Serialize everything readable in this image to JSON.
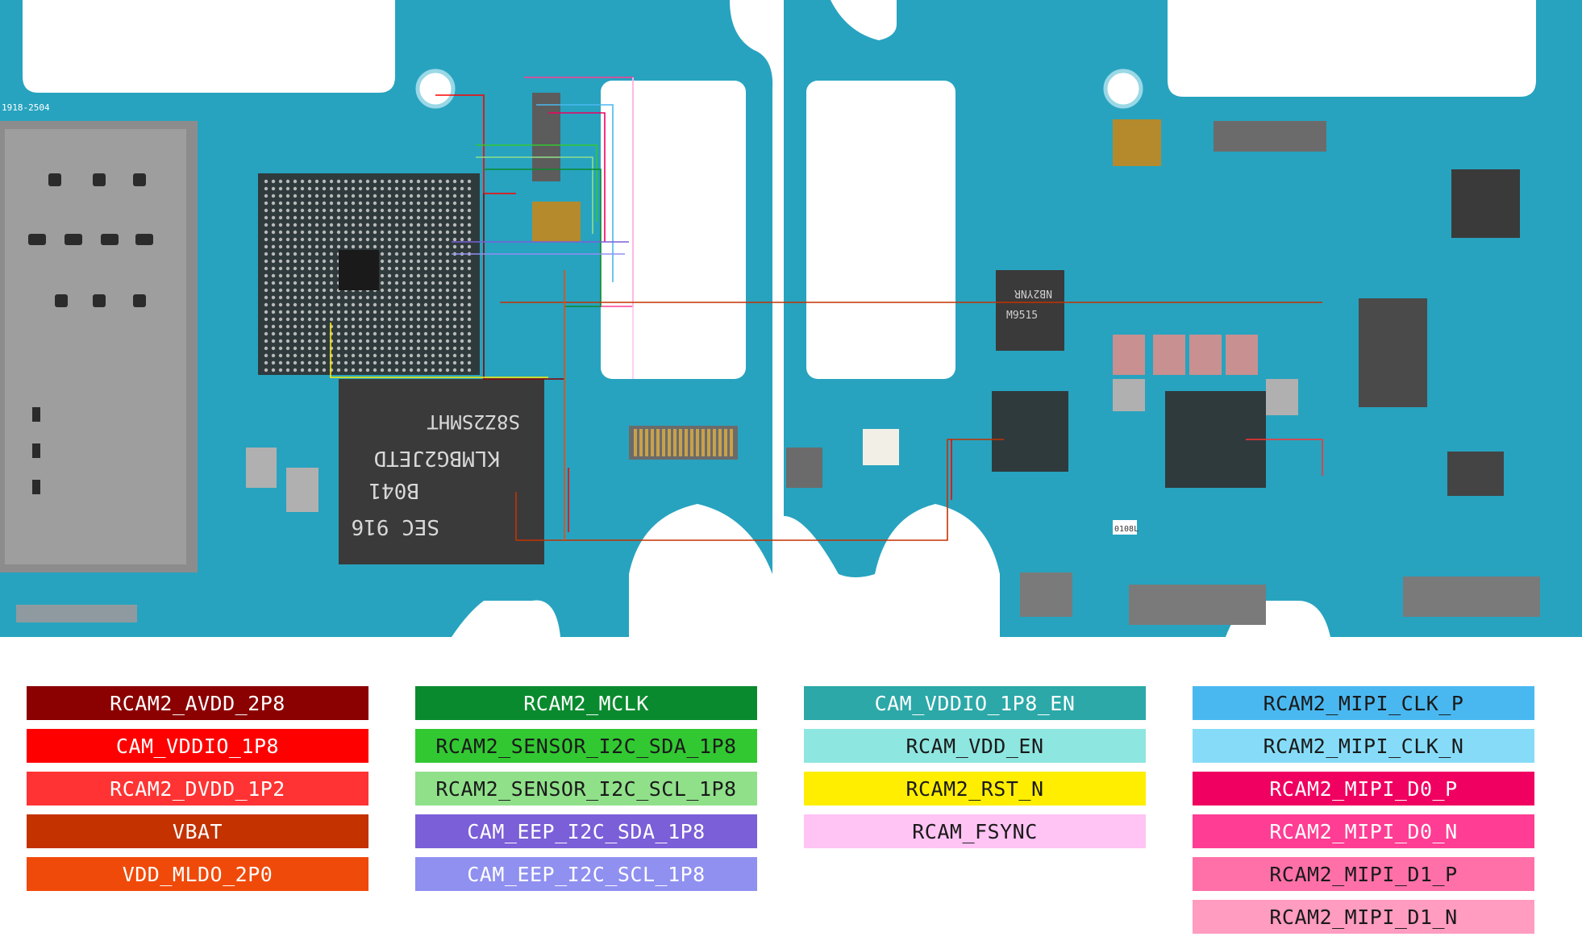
{
  "board": {
    "colors": {
      "pcb": "#27a3bf",
      "pcb_dark": "#1b7f98",
      "chip": "#3a3a3a",
      "pad": "#b9b9b9",
      "shield": "#8c8c8c"
    },
    "silkscreen": [
      {
        "id": "board-code",
        "text": "1918-2504"
      },
      {
        "id": "nand-line1",
        "text": "S8Z2SMHT"
      },
      {
        "id": "nand-line2",
        "text": "KLMBG2JETD"
      },
      {
        "id": "nand-line3",
        "text": "B041"
      },
      {
        "id": "nand-line4",
        "text": "SEC 916"
      },
      {
        "id": "pmic-line1",
        "text": "NB2YNR"
      },
      {
        "id": "pmic-line2",
        "text": "M9515"
      },
      {
        "id": "part-mark",
        "text": "0108L"
      }
    ]
  },
  "legend": {
    "columns": [
      [
        {
          "label": "RCAM2_AVDD_2P8",
          "color": "#8b0000",
          "text": "light"
        },
        {
          "label": "CAM_VDDIO_1P8",
          "color": "#ff0000",
          "text": "light"
        },
        {
          "label": "RCAM2_DVDD_1P2",
          "color": "#ff3333",
          "text": "light"
        },
        {
          "label": "VBAT",
          "color": "#c43200",
          "text": "light"
        },
        {
          "label": "VDD_MLDO_2P0",
          "color": "#f04a0a",
          "text": "light"
        }
      ],
      [
        {
          "label": "RCAM2_MCLK",
          "color": "#0a8a2e",
          "text": "light"
        },
        {
          "label": "RCAM2_SENSOR_I2C_SDA_1P8",
          "color": "#32c832",
          "text": "dark"
        },
        {
          "label": "RCAM2_SENSOR_I2C_SCL_1P8",
          "color": "#90e08a",
          "text": "dark"
        },
        {
          "label": "CAM_EEP_I2C_SDA_1P8",
          "color": "#7a5fd8",
          "text": "light"
        },
        {
          "label": "CAM_EEP_I2C_SCL_1P8",
          "color": "#9090f0",
          "text": "light"
        }
      ],
      [
        {
          "label": "CAM_VDDIO_1P8_EN",
          "color": "#2ca8a8",
          "text": "light"
        },
        {
          "label": "RCAM_VDD_EN",
          "color": "#8ee6e0",
          "text": "dark"
        },
        {
          "label": "RCAM2_RST_N",
          "color": "#ffee00",
          "text": "dark"
        },
        {
          "label": "RCAM_FSYNC",
          "color": "#ffc4f4",
          "text": "dark"
        }
      ],
      [
        {
          "label": "RCAM2_MIPI_CLK_P",
          "color": "#4ab8f0",
          "text": "dark"
        },
        {
          "label": "RCAM2_MIPI_CLK_N",
          "color": "#86dcf8",
          "text": "dark"
        },
        {
          "label": "RCAM2_MIPI_D0_P",
          "color": "#f00060",
          "text": "light"
        },
        {
          "label": "RCAM2_MIPI_D0_N",
          "color": "#ff3d94",
          "text": "light"
        },
        {
          "label": "RCAM2_MIPI_D1_P",
          "color": "#ff70a8",
          "text": "dark"
        },
        {
          "label": "RCAM2_MIPI_D1_N",
          "color": "#ff9cc0",
          "text": "dark"
        }
      ]
    ]
  }
}
